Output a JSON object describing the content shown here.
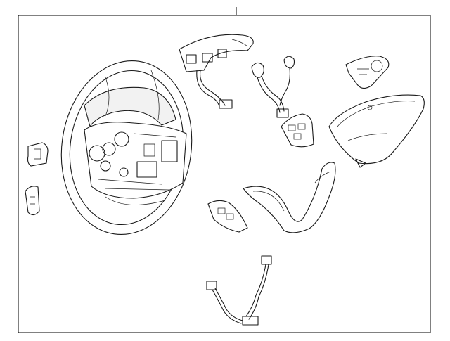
{
  "diagram": {
    "background_color": "#ffffff",
    "frame_color": "#000000",
    "line_color": "#1a1a1a",
    "parts": [
      {
        "name": "steering-wheel"
      },
      {
        "name": "wiring-harness-upper"
      },
      {
        "name": "control-switch-harness"
      },
      {
        "name": "right-switch-bezel"
      },
      {
        "name": "right-trim-cover"
      },
      {
        "name": "center-switch-cluster"
      },
      {
        "name": "left-button-cap"
      },
      {
        "name": "left-lower-switch"
      },
      {
        "name": "lower-trim-cover"
      },
      {
        "name": "lower-switch-module"
      },
      {
        "name": "lower-wiring-harness"
      }
    ]
  }
}
